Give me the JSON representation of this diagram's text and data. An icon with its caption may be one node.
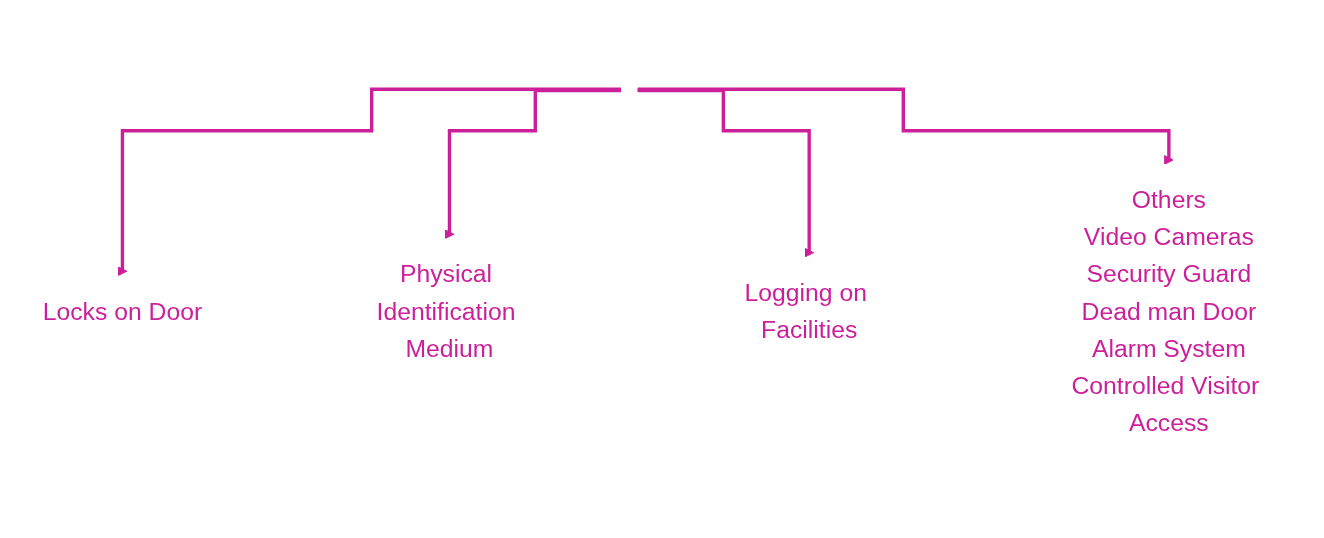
{
  "diagram": {
    "nodes": [
      {
        "text": [
          "Locks on Door"
        ]
      },
      {
        "text": [
          "Physical Identification Medium"
        ]
      },
      {
        "text": [
          "Logging on Facilities"
        ]
      },
      {
        "text": [
          "Others",
          "Video Cameras",
          "Security Guard",
          "Dead man Door",
          "Alarm System",
          "Controlled Visitor Access"
        ]
      }
    ],
    "edges": [
      {
        "from": null,
        "to": 0,
        "arrow": "to"
      },
      {
        "from": null,
        "to": 1,
        "arrow": "to"
      },
      {
        "from": null,
        "to": 2,
        "arrow": "to"
      },
      {
        "from": null,
        "to": 3,
        "arrow": "to"
      }
    ]
  }
}
